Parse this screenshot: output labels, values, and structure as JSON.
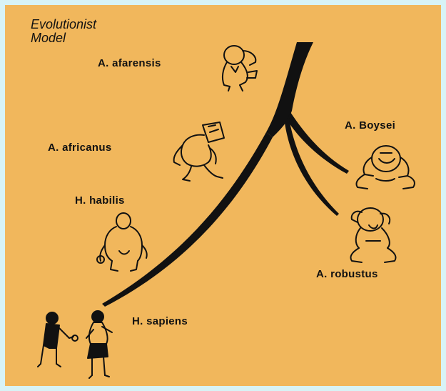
{
  "diagram": {
    "title_line1": "Evolutionist",
    "title_line2": "Model",
    "labels": {
      "afarensis": "A. afarensis",
      "africanus": "A. africanus",
      "habilis": "H. habilis",
      "sapiens": "H. sapiens",
      "boysei": "A. Boysei",
      "robustus": "A. robustus"
    },
    "colors": {
      "background": "#f1b75c",
      "border": "#d8f3f6",
      "ink": "#111111"
    },
    "icons": [
      "afarensis-figure-icon",
      "africanus-figure-icon",
      "habilis-figure-icon",
      "sapiens-pair-icon",
      "boysei-figure-icon",
      "robustus-figure-icon"
    ]
  }
}
